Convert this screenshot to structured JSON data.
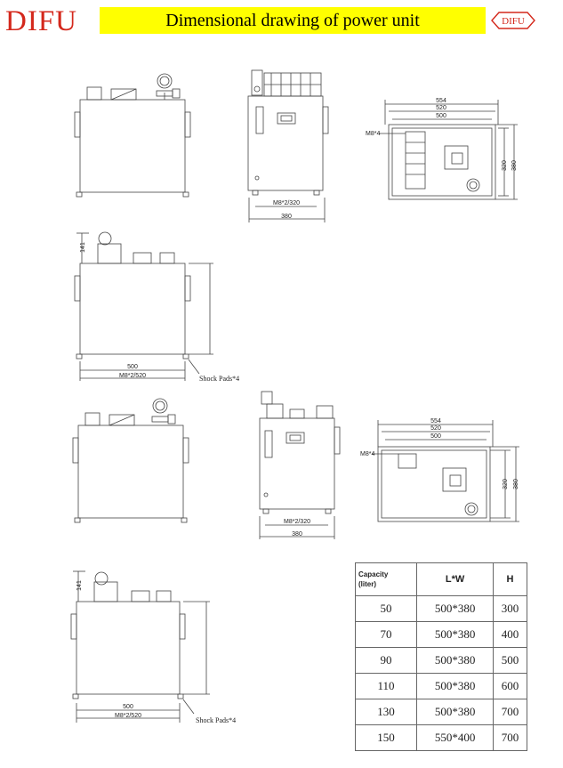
{
  "header": {
    "brand": "DIFU",
    "title": "Dimensional drawing of power unit",
    "badge": "DIFU",
    "colors": {
      "brand": "#d4281c",
      "title_bg": "#ffff00"
    }
  },
  "drawing_labels": {
    "m8_320": "M8*2/320",
    "d380": "380",
    "d554": "554",
    "d520": "520",
    "d500": "500",
    "m8_4": "M8*4",
    "d320": "320",
    "d141": "141",
    "m8_520": "M8*2/520",
    "shock_pads": "Shock Pads*4"
  },
  "spec_table": {
    "headers": {
      "capacity_line1": "Capacity",
      "capacity_line2": "(liter)",
      "lw": "L*W",
      "h": "H"
    },
    "rows": [
      {
        "capacity": "50",
        "lw": "500*380",
        "h": "300"
      },
      {
        "capacity": "70",
        "lw": "500*380",
        "h": "400"
      },
      {
        "capacity": "90",
        "lw": "500*380",
        "h": "500"
      },
      {
        "capacity": "110",
        "lw": "500*380",
        "h": "600"
      },
      {
        "capacity": "130",
        "lw": "500*380",
        "h": "700"
      },
      {
        "capacity": "150",
        "lw": "550*400",
        "h": "700"
      }
    ]
  }
}
